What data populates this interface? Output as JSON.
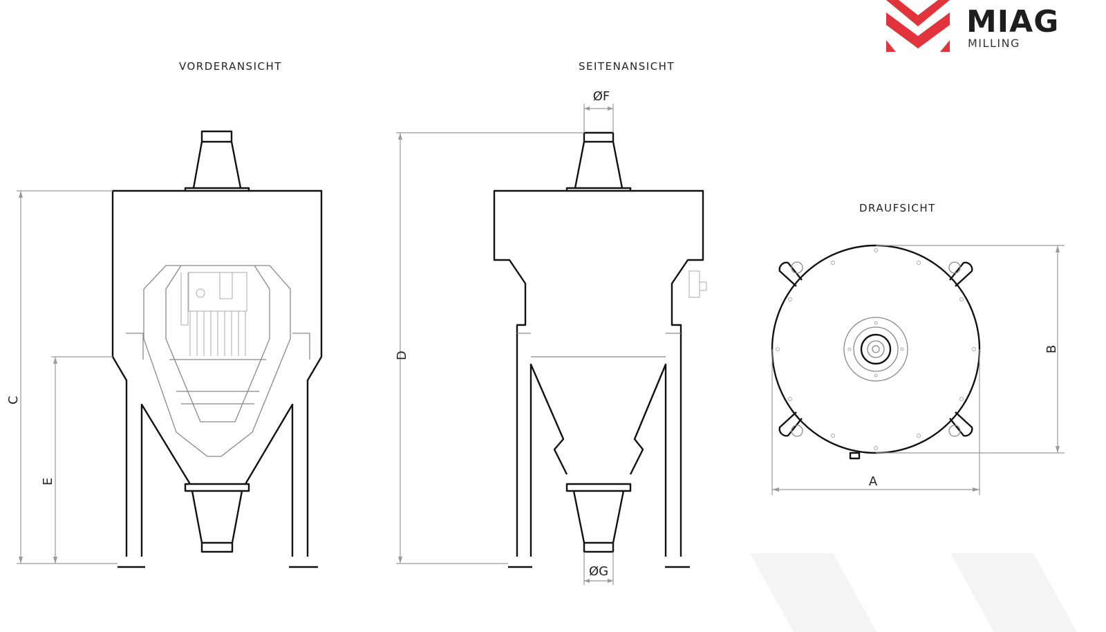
{
  "views": {
    "front": "VORDERANSICHT",
    "side": "SEITENANSICHT",
    "top": "DRAUFSICHT"
  },
  "dimensions": {
    "A": "A",
    "B": "B",
    "C": "C",
    "D": "D",
    "E": "E",
    "F": "ØF",
    "G": "ØG"
  },
  "logo": {
    "name": "MIAG",
    "sub": "MILLING",
    "color": "#e0333c"
  }
}
